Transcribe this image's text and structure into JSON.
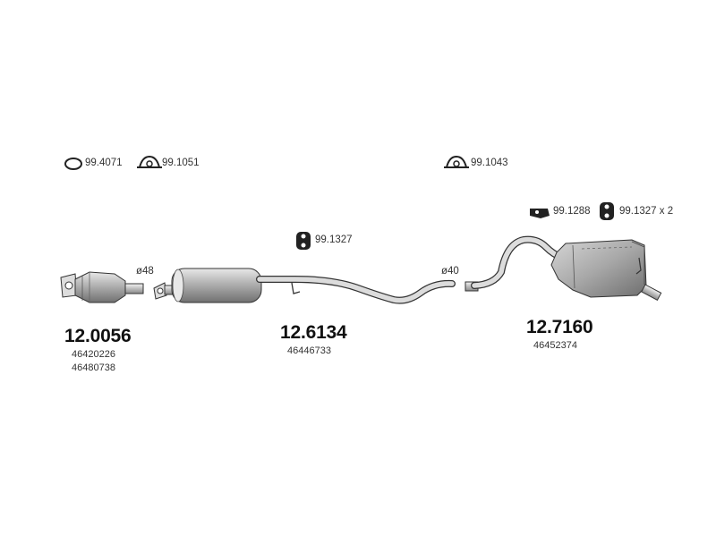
{
  "accessories": {
    "ring_gasket": "99.4071",
    "clamp_a": "99.1051",
    "clamp_b": "99.1043",
    "rubber_mount_a": "99.1327",
    "rubber_mount_small": "99.1288",
    "rubber_mount_b": "99.1327 x 2"
  },
  "diameters": {
    "front": "ø48",
    "rear": "ø40"
  },
  "parts": [
    {
      "number": "12.0056",
      "oe_numbers": [
        "46420226",
        "46480738"
      ]
    },
    {
      "number": "12.6134",
      "oe_numbers": [
        "46446733"
      ]
    },
    {
      "number": "12.7160",
      "oe_numbers": [
        "46452374"
      ]
    }
  ]
}
